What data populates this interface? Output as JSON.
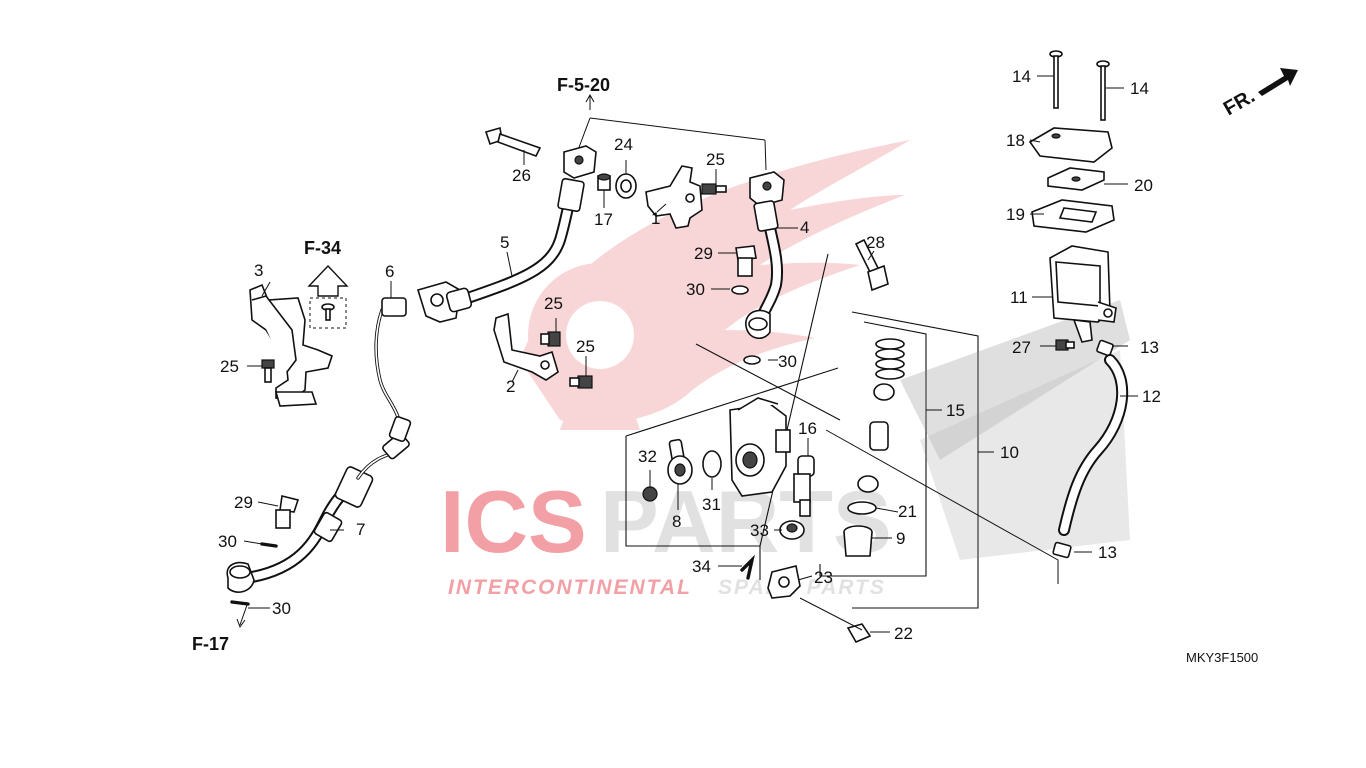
{
  "diagram_code": "MKY3F1500",
  "direction_label": "FR.",
  "watermark": {
    "brand": "ICSPARTS",
    "brand_red": "ICS",
    "brand_gray": "PARTS",
    "tagline_red": "INTERCONTINENTAL",
    "tagline_gray": "SPARE PARTS"
  },
  "references": {
    "f5_20": "F-5-20",
    "f34": "F-34",
    "f17": "F-17"
  },
  "callouts": {
    "c1": "1",
    "c2": "2",
    "c3": "3",
    "c4": "4",
    "c5": "5",
    "c6": "6",
    "c7": "7",
    "c8": "8",
    "c9": "9",
    "c10": "10",
    "c11": "11",
    "c12": "12",
    "c13a": "13",
    "c13b": "13",
    "c14a": "14",
    "c14b": "14",
    "c15": "15",
    "c16": "16",
    "c17": "17",
    "c18": "18",
    "c19": "19",
    "c20": "20",
    "c21": "21",
    "c22": "22",
    "c23": "23",
    "c24": "24",
    "c25a": "25",
    "c25b": "25",
    "c25c": "25",
    "c25d": "25",
    "c26": "26",
    "c27": "27",
    "c28": "28",
    "c29a": "29",
    "c29b": "29",
    "c30a": "30",
    "c30b": "30",
    "c30c": "30",
    "c30d": "30",
    "c31": "31",
    "c32": "32",
    "c33": "33",
    "c34": "34"
  },
  "colors": {
    "watermark_red": "#e8545c",
    "watermark_gray": "#c9c9c9",
    "line": "#111111"
  }
}
